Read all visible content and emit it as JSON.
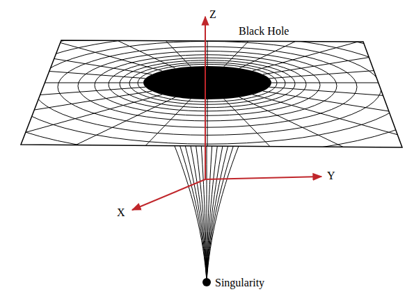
{
  "diagram": {
    "labels": [
      "Z",
      "Black Hole",
      "Y",
      "X",
      "Singularity"
    ]
  }
}
